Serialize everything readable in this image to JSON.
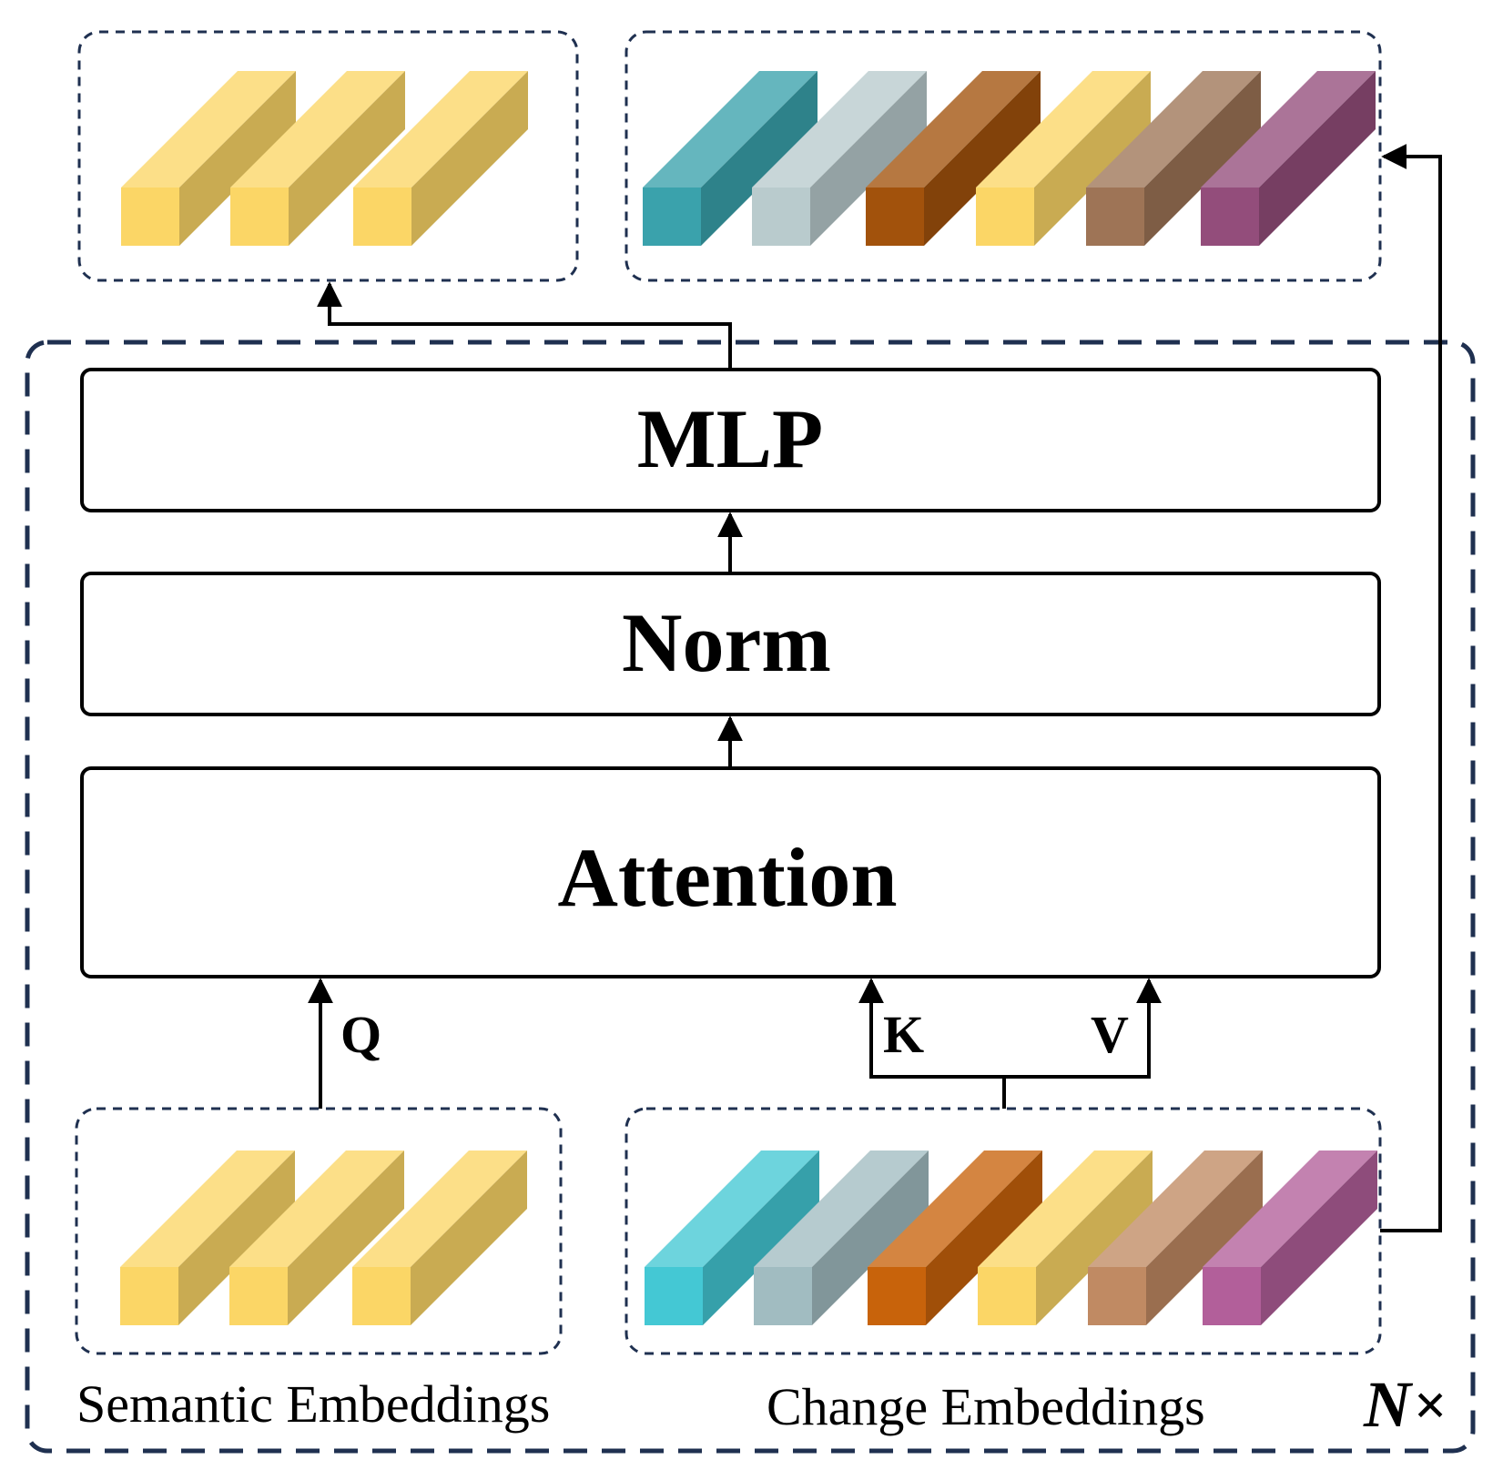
{
  "blocks": {
    "mlp": "MLP",
    "norm": "Norm",
    "attention": "Attention"
  },
  "inputs": {
    "q": "Q",
    "k": "K",
    "v": "V"
  },
  "captions": {
    "semantic": "Semantic Embeddings",
    "change": "Change Embeddings",
    "repeat_n": "N",
    "repeat_times": "×"
  },
  "colors": {
    "dashed_border": "#1f3050",
    "semantic_token": "#fbd666",
    "change_tokens_input": [
      "#44c8d4",
      "#a1bcc1",
      "#c8630b",
      "#fbd666",
      "#c08a63",
      "#b25f9a"
    ],
    "change_tokens_output": [
      "#3aa2ac",
      "#b9cbcd",
      "#a2520c",
      "#fbd666",
      "#9e7456",
      "#934d7b"
    ]
  }
}
